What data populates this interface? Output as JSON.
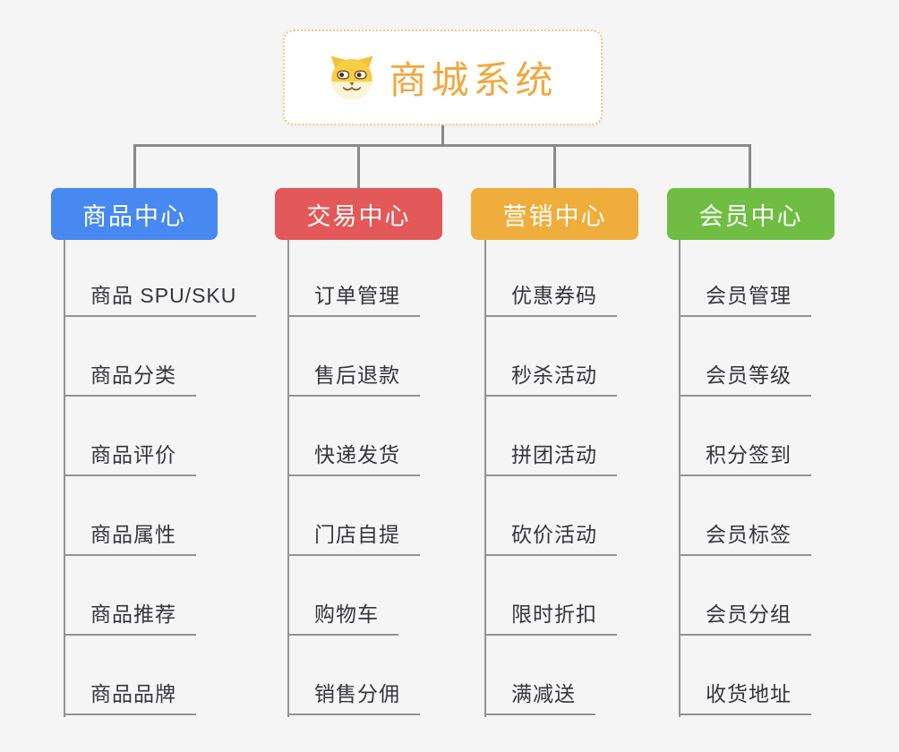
{
  "root": {
    "title": "商城系统",
    "icon": "doge-icon",
    "text_color": "#f1a73e",
    "border_color": "#f3c97b"
  },
  "branches": [
    {
      "label": "商品中心",
      "color": "#4789f0",
      "children": [
        "商品 SPU/SKU",
        "商品分类",
        "商品评价",
        "商品属性",
        "商品推荐",
        "商品品牌"
      ]
    },
    {
      "label": "交易中心",
      "color": "#e35858",
      "children": [
        "订单管理",
        "售后退款",
        "快递发货",
        "门店自提",
        "购物车",
        "销售分佣"
      ]
    },
    {
      "label": "营销中心",
      "color": "#efad3b",
      "children": [
        "优惠券码",
        "秒杀活动",
        "拼团活动",
        "砍价活动",
        "限时折扣",
        "满减送"
      ]
    },
    {
      "label": "会员中心",
      "color": "#6fbe43",
      "children": [
        "会员管理",
        "会员等级",
        "积分签到",
        "会员标签",
        "会员分组",
        "收货地址"
      ]
    }
  ],
  "connector_color": "#8a8a8a",
  "background_color": "#f5f5f6"
}
